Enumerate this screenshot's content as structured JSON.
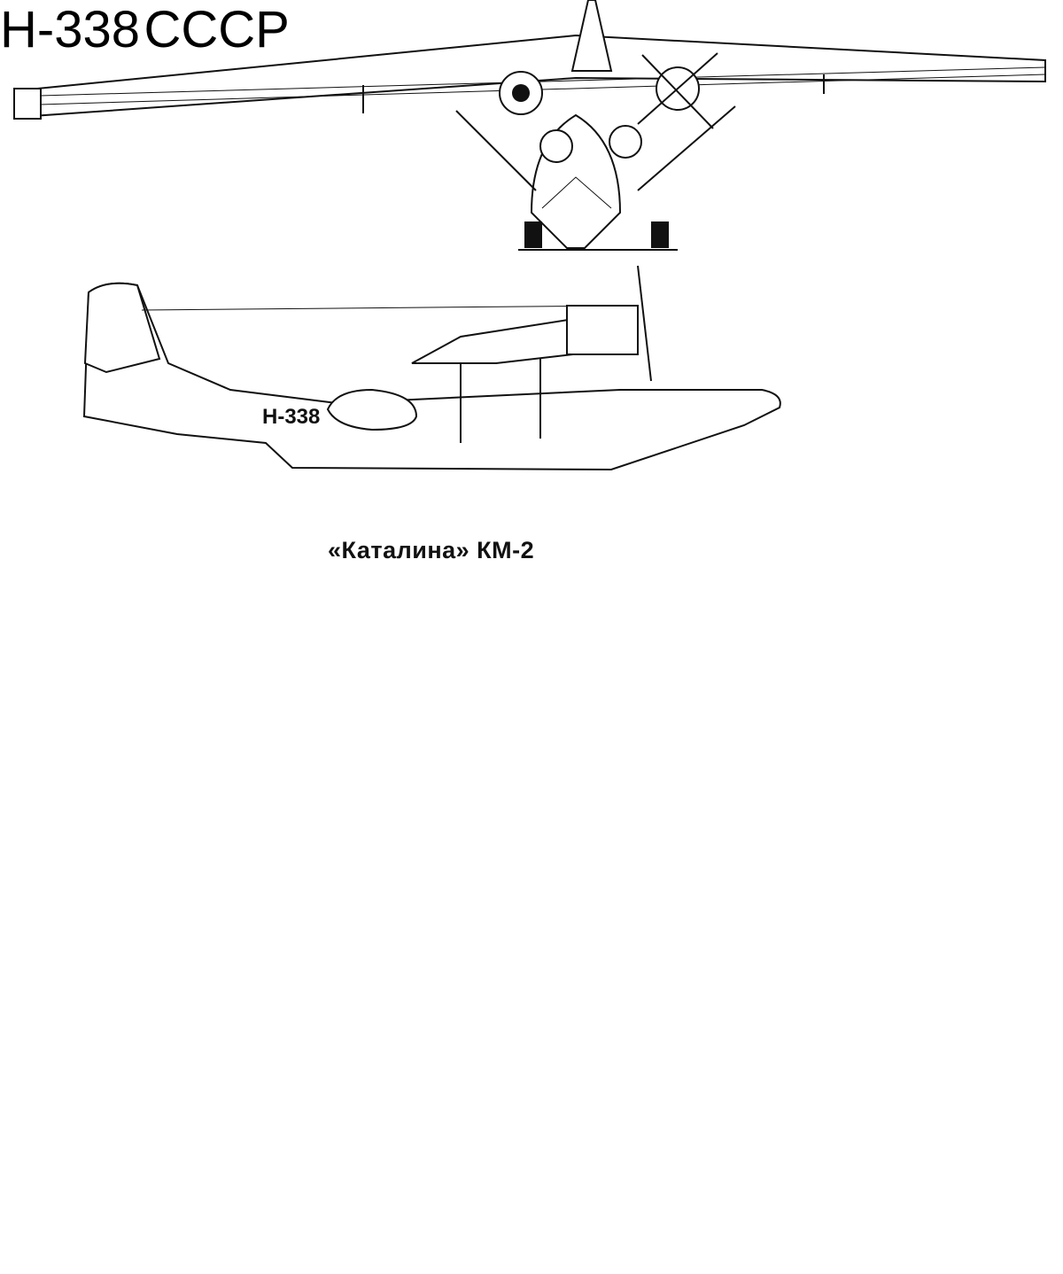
{
  "title": "«Каталина» КМ-2",
  "side_view": {
    "registration": "Н-338"
  },
  "plan_view": {
    "wing_registration_right": "Н-338",
    "wing_national_marking_left": "СССР"
  },
  "colors": {
    "ink": "#111111",
    "paper": "#ffffff"
  }
}
